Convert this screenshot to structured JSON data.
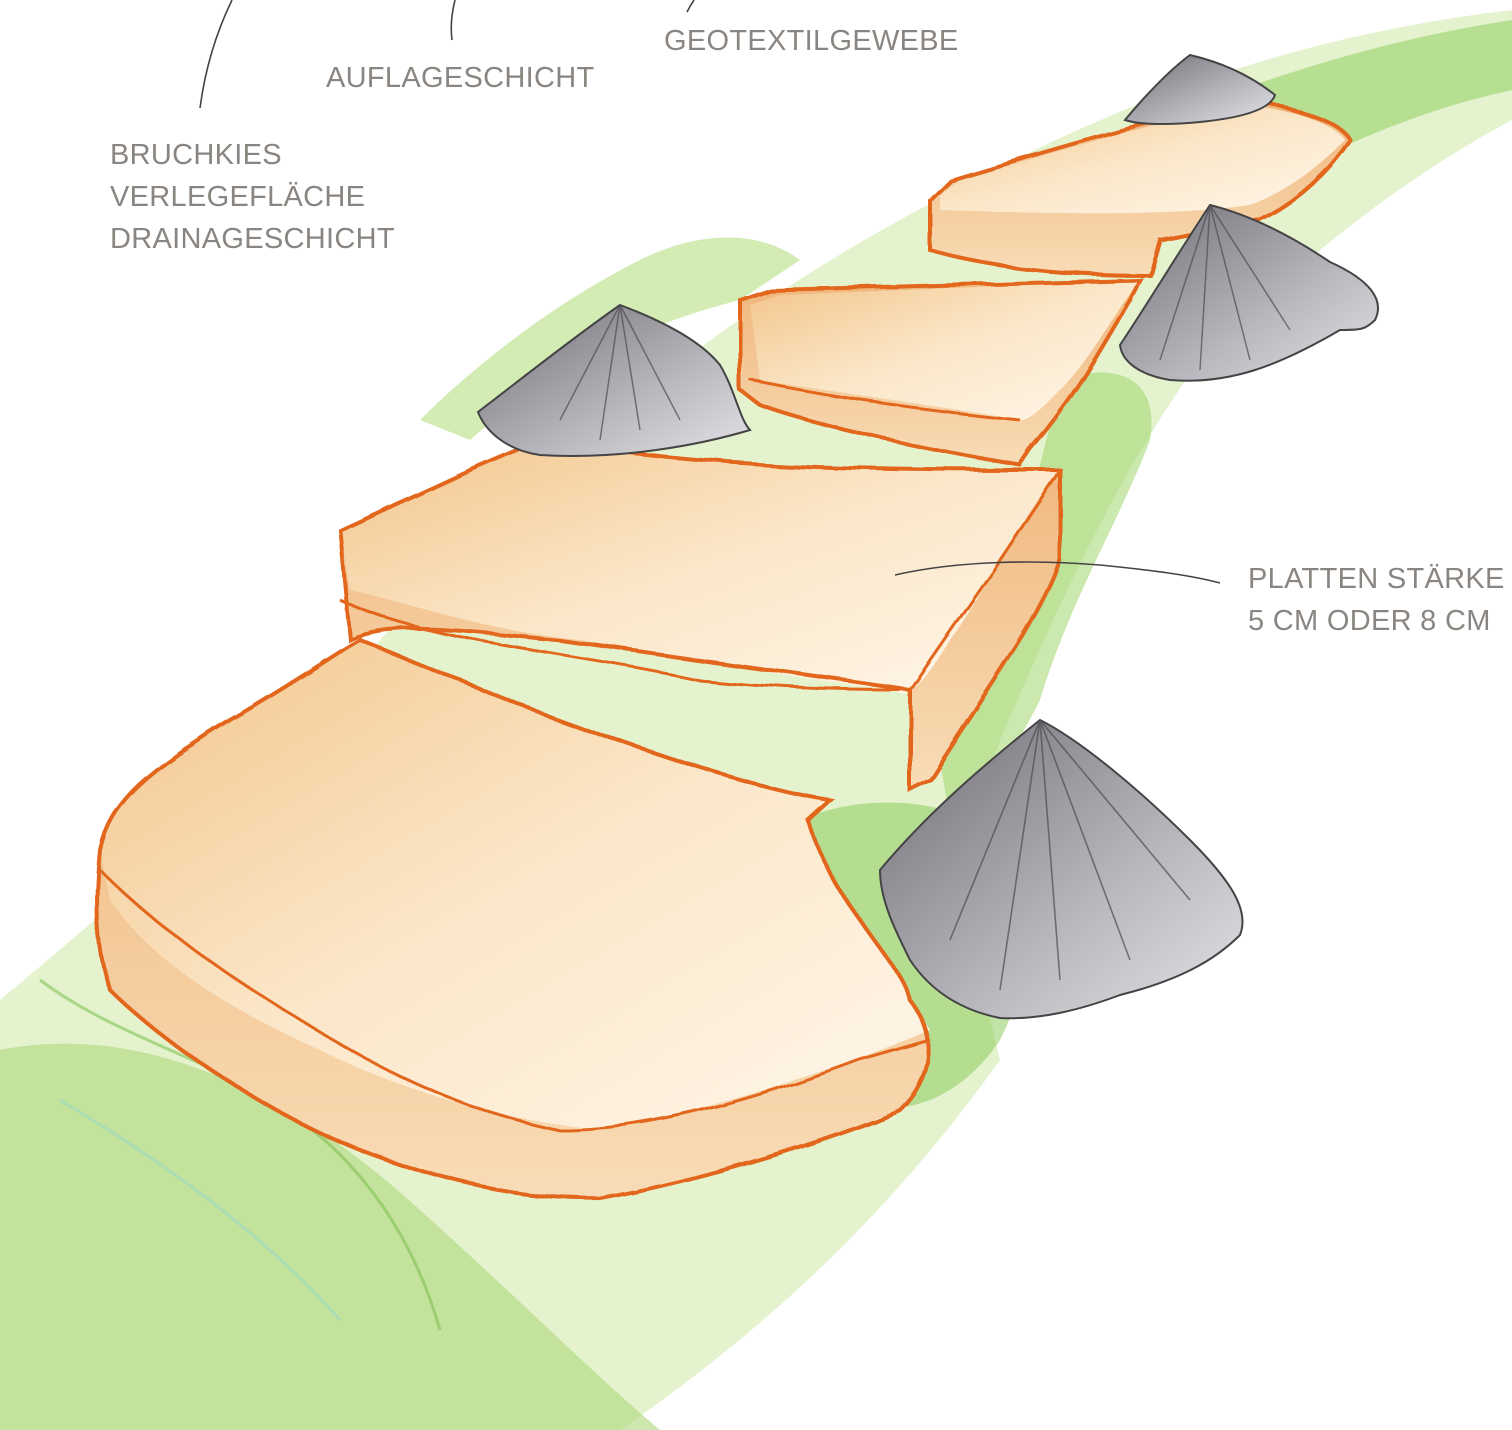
{
  "labels": {
    "geotextil": "GEOTEXTILGEWEBE",
    "auflage": "AUFLAGESCHICHT",
    "layers": [
      "BRUCHKIES",
      "VERLEGEFLÄCHE",
      "DRAINAGESCHICHT"
    ],
    "platten": [
      "PLATTEN STÄRKE",
      "5 CM ODER 8 CM"
    ]
  },
  "colors": {
    "label_text": "#8a8580",
    "grass": "#7cc242",
    "grass_light": "#b6dc7a",
    "slab_fill": "#f6d5a3",
    "slab_edge": "#e2661e",
    "stone": "#8c8a90",
    "stone_dark": "#4e4c52",
    "pencil": "#444444"
  }
}
